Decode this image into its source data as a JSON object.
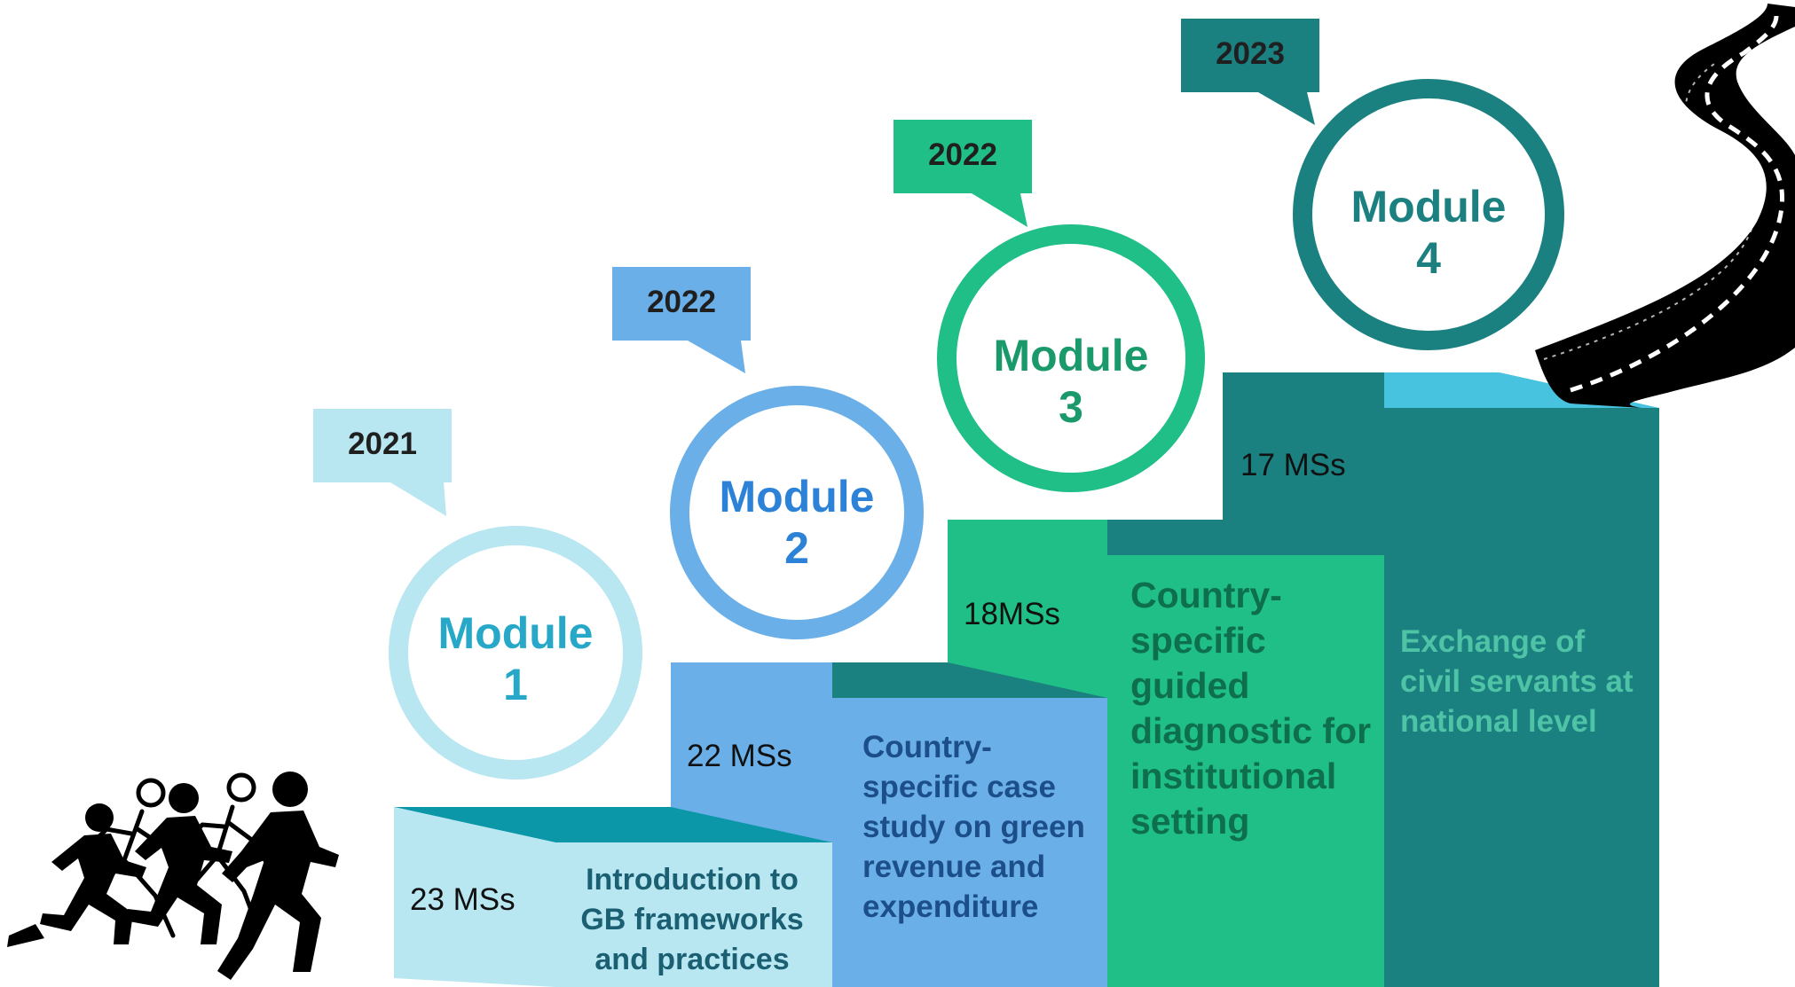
{
  "modules": [
    {
      "year": "2021",
      "label": "Module",
      "number": "1",
      "member_states": "23 MSs",
      "description": "Introduction to GB frameworks and practices",
      "color": "#b8e6f1",
      "ring_color": "#b8e6f1",
      "text_color": "#27a8c8"
    },
    {
      "year": "2022",
      "label": "Module",
      "number": "2",
      "member_states": "22 MSs",
      "description": "Country-specific case study on green revenue and expenditure",
      "color": "#6aafe8",
      "ring_color": "#6aafe8",
      "text_color": "#2b82d6"
    },
    {
      "year": "2022",
      "label": "Module",
      "number": "3",
      "member_states": "18MSs",
      "description": "Country-specific guided diagnostic for institutional setting",
      "color": "#1fbf87",
      "ring_color": "#1fbf87",
      "text_color": "#1a9a6a"
    },
    {
      "year": "2023",
      "label": "Module",
      "number": "4",
      "member_states": "17 MSs",
      "description": "Exchange of civil servants at national level",
      "color": "#1b8080",
      "ring_color": "#1b8080",
      "text_color": "#1c8080"
    }
  ],
  "colors": {
    "step_top_dark": "#1a7d7d",
    "step_top_light": "#3db8d6",
    "runner": "#000000",
    "road": "#000000",
    "road_dash": "#ffffff"
  },
  "icons": {
    "runners": "running-people-icon",
    "road": "winding-road-icon"
  }
}
